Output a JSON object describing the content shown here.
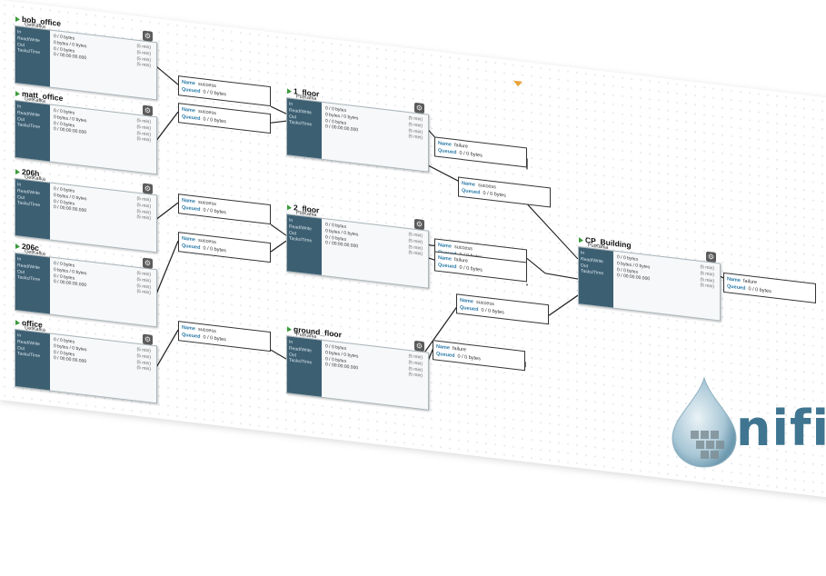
{
  "processors": [
    {
      "id": "bob_office",
      "name": "bob_office",
      "type": "GetKafka",
      "in": "0 / 0 bytes",
      "rw": "0 bytes / 0 bytes",
      "out": "0 / 0 bytes",
      "tasks": "0 / 00:00:00.000",
      "mins": "(5 min)"
    },
    {
      "id": "matt_office",
      "name": "matt_office",
      "type": "GetKafka",
      "in": "0 / 0 bytes",
      "rw": "0 bytes / 0 bytes",
      "out": "0 / 0 bytes",
      "tasks": "0 / 00:00:00.000",
      "mins": "(5 min)"
    },
    {
      "id": "206h",
      "name": "206h",
      "type": "GetKafka",
      "in": "0 / 0 bytes",
      "rw": "0 bytes / 0 bytes",
      "out": "0 / 0 bytes",
      "tasks": "0 / 00:00:00.000",
      "mins": "(5 min)"
    },
    {
      "id": "206c",
      "name": "206c",
      "type": "GetKafka",
      "in": "0 / 0 bytes",
      "rw": "0 bytes / 0 bytes",
      "out": "0 / 0 bytes",
      "tasks": "0 / 00:00:00.000",
      "mins": "(5 min)"
    },
    {
      "id": "office",
      "name": "office",
      "type": "GetKafka",
      "in": "0 / 0 bytes",
      "rw": "0 bytes / 0 bytes",
      "out": "0 / 0 bytes",
      "tasks": "0 / 00:00:00.000",
      "mins": "(5 min)"
    },
    {
      "id": "1_floor",
      "name": "1_floor",
      "type": "PutKafka",
      "in": "0 / 0 bytes",
      "rw": "0 bytes / 0 bytes",
      "out": "0 / 0 bytes",
      "tasks": "0 / 00:00:00.000",
      "mins": "(5 min)"
    },
    {
      "id": "2_floor",
      "name": "2_floor",
      "type": "PutKafka",
      "in": "0 / 0 bytes",
      "rw": "0 bytes / 0 bytes",
      "out": "0 / 0 bytes",
      "tasks": "0 / 00:00:00.000",
      "mins": "(5 min)"
    },
    {
      "id": "ground_floor",
      "name": "ground_floor",
      "type": "PutKafka",
      "in": "0 / 0 bytes",
      "rw": "0 bytes / 0 bytes",
      "out": "0 / 0 bytes",
      "tasks": "0 / 00:00:00.000",
      "mins": "(5 min)"
    },
    {
      "id": "CP_Building",
      "name": "CP_Building",
      "type": "PutKafka",
      "in": "0 / 0 bytes",
      "rw": "0 bytes / 0 bytes",
      "out": "0 / 0 bytes",
      "tasks": "0 / 00:00:00.000",
      "mins": "(5 min)"
    }
  ],
  "stat_labels": {
    "in": "In",
    "rw": "Read/Write",
    "out": "Out",
    "tasks": "Tasks/Time"
  },
  "connections": [
    {
      "id": "c1",
      "name_label": "Name",
      "name": "success",
      "queued_label": "Queued",
      "queued": "0 / 0 bytes"
    },
    {
      "id": "c2",
      "name_label": "Name",
      "name": "success",
      "queued_label": "Queued",
      "queued": "0 / 0 bytes"
    },
    {
      "id": "c3",
      "name_label": "Name",
      "name": "failure",
      "queued_label": "Queued",
      "queued": "0 / 0 bytes"
    },
    {
      "id": "c4",
      "name_label": "Name",
      "name": "success",
      "queued_label": "Queued",
      "queued": "0 / 0 bytes"
    },
    {
      "id": "c5",
      "name_label": "Name",
      "name": "success",
      "queued_label": "Queued",
      "queued": "0 / 0 bytes"
    },
    {
      "id": "c6",
      "name_label": "Name",
      "name": "success",
      "queued_label": "Queued",
      "queued": "0 / 0 bytes"
    },
    {
      "id": "c7",
      "name_label": "Name",
      "name": "success",
      "queued_label": "Queued",
      "queued": "0 / 0 bytes"
    },
    {
      "id": "c8",
      "name_label": "Name",
      "name": "failure",
      "queued_label": "Queued",
      "queued": "0 / 0 bytes"
    },
    {
      "id": "c9",
      "name_label": "Name",
      "name": "success",
      "queued_label": "Queued",
      "queued": "0 / 0 bytes"
    },
    {
      "id": "c10",
      "name_label": "Name",
      "name": "success",
      "queued_label": "Queued",
      "queued": "0 / 0 bytes"
    },
    {
      "id": "c11",
      "name_label": "Name",
      "name": "failure",
      "queued_label": "Queued",
      "queued": "0 / 0 bytes"
    },
    {
      "id": "c12",
      "name_label": "Name",
      "name": "failure",
      "queued_label": "Queued",
      "queued": "0 / 0 bytes"
    }
  ],
  "logo": {
    "text": "nifi",
    "icon": "nifi-drop-icon"
  },
  "colors": {
    "accent": "#3d5f72",
    "run": "#3a9a3a",
    "link": "#2c7ba8",
    "logo": "#3f7590"
  }
}
